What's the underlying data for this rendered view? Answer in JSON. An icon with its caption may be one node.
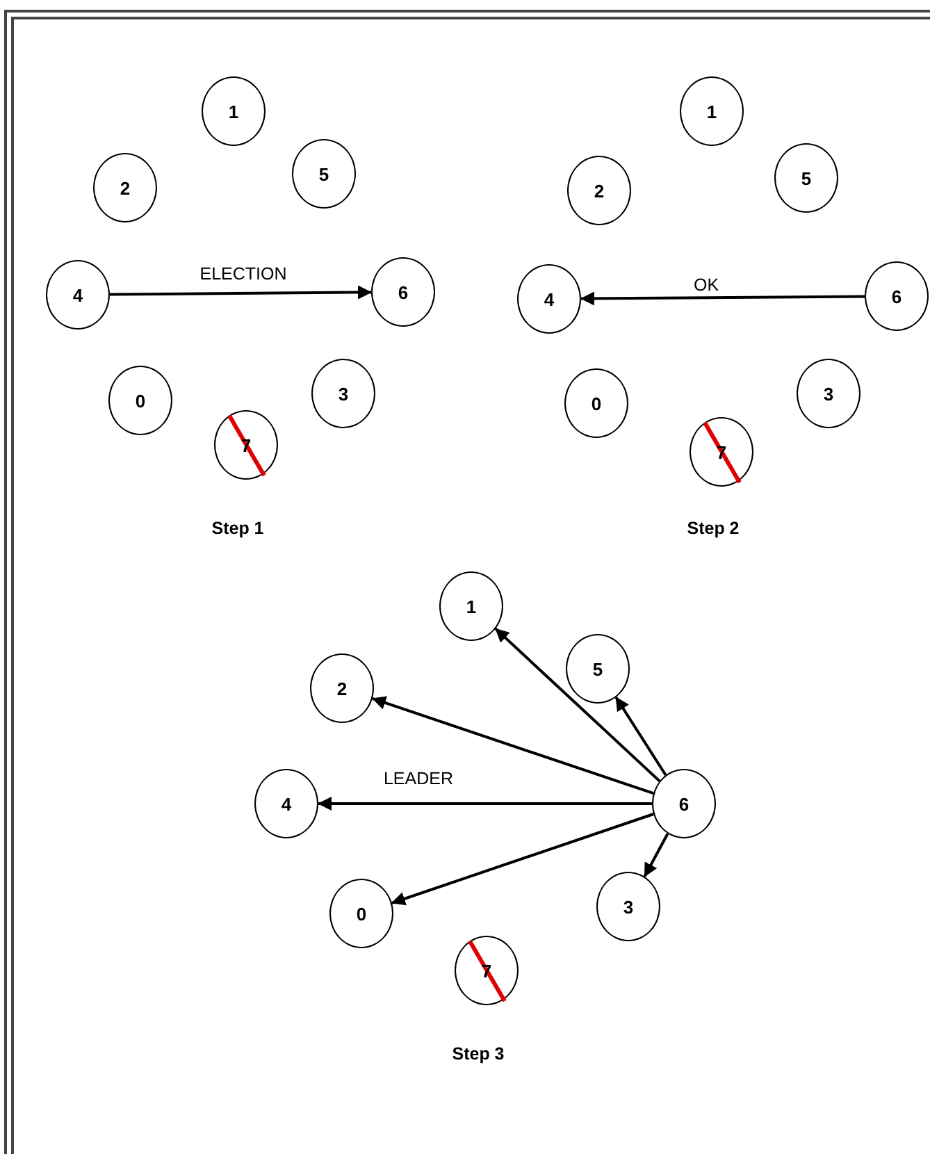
{
  "diagram": {
    "nodes": [
      {
        "text": [
          "1"
        ]
      },
      {
        "text": [
          "2"
        ]
      },
      {
        "text": [
          "5"
        ]
      },
      {
        "text": [
          "4"
        ]
      },
      {
        "text": [
          "6"
        ]
      },
      {
        "text": [
          "0"
        ]
      },
      {
        "text": [
          "3"
        ]
      },
      {
        "text": [
          "7"
        ]
      },
      {
        "text": [
          "1"
        ]
      },
      {
        "text": [
          "2"
        ]
      },
      {
        "text": [
          "5"
        ]
      },
      {
        "text": [
          "4"
        ]
      },
      {
        "text": [
          "6"
        ]
      },
      {
        "text": [
          "0"
        ]
      },
      {
        "text": [
          "3"
        ]
      },
      {
        "text": [
          "7"
        ]
      },
      {
        "text": [
          "1"
        ]
      },
      {
        "text": [
          "2"
        ]
      },
      {
        "text": [
          "5"
        ]
      },
      {
        "text": [
          "4"
        ]
      },
      {
        "text": [
          "6"
        ]
      },
      {
        "text": [
          "0"
        ]
      },
      {
        "text": [
          "3"
        ]
      },
      {
        "text": [
          "7"
        ]
      }
    ],
    "edges": [
      {
        "from": 3,
        "to": 4,
        "arrow": "to",
        "label": "ELECTION"
      },
      {
        "from": 12,
        "to": 11,
        "arrow": "to",
        "label": "OK"
      },
      {
        "from": 20,
        "to": 16,
        "arrow": "to"
      },
      {
        "from": 20,
        "to": 17,
        "arrow": "to"
      },
      {
        "from": 20,
        "to": 18,
        "arrow": "to"
      },
      {
        "from": 20,
        "to": 19,
        "arrow": "to",
        "label": "LEADER"
      },
      {
        "from": 20,
        "to": 21,
        "arrow": "to"
      },
      {
        "from": 20,
        "to": 22,
        "arrow": "to"
      }
    ],
    "labels": [
      "Step 1",
      "Step 2",
      "Step 3"
    ]
  }
}
